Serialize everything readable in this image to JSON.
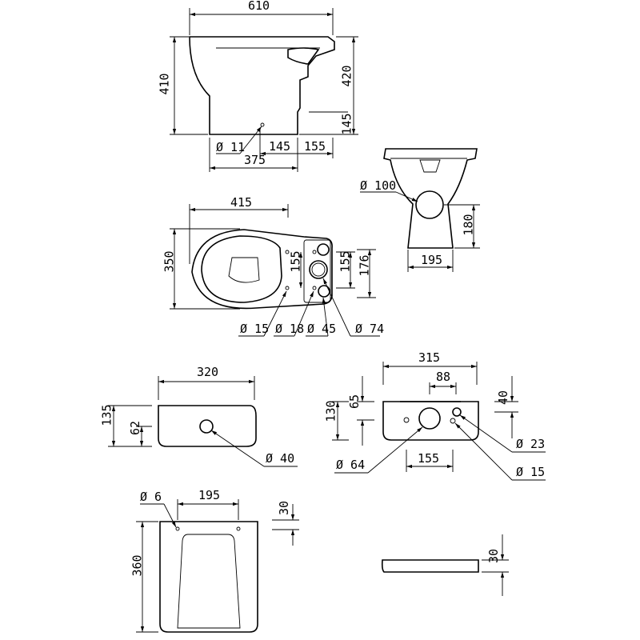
{
  "side_view": {
    "width": "610",
    "height_body": "410",
    "height_total": "420",
    "outlet_height": "145",
    "hole": "Ø 11",
    "offset_a": "145",
    "offset_b": "155",
    "base_length": "375"
  },
  "front_view": {
    "outlet": "Ø 100",
    "outlet_height": "180",
    "base_width": "195"
  },
  "plan_view": {
    "length": "415",
    "width": "350",
    "bolt_spacing_a": "155",
    "bolt_spacing_b": "155",
    "tank_spacing": "176",
    "hole_a": "Ø 15",
    "hole_b": "Ø 18",
    "hole_c": "Ø 45",
    "hole_d": "Ø 74"
  },
  "cistern_front": {
    "width": "320",
    "height": "135",
    "hole_height": "62",
    "hole": "Ø 40"
  },
  "cistern_back": {
    "width": "315",
    "spacing_top": "88",
    "height": "130",
    "hole_height": "65",
    "top_offset": "40",
    "spacing_bottom": "155",
    "hole_large": "Ø 64",
    "hole_a": "Ø 23",
    "hole_b": "Ø 15"
  },
  "seat_top": {
    "hole": "Ø 6",
    "hole_spacing": "195",
    "length": "360",
    "hinge_offset": "30"
  },
  "seat_side": {
    "thickness": "30"
  }
}
